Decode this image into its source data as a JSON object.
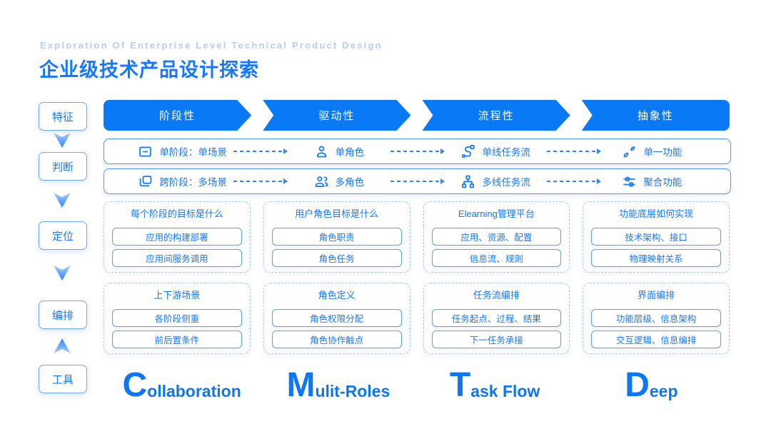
{
  "colors": {
    "accent_blue": "#0a79f5",
    "text_blue": "#1677ff",
    "subtitle_blue": "#b5cdf6",
    "border_blue": "#4b97f3",
    "dashed_border_blue": "#a4c7f5"
  },
  "header": {
    "subtitle": "Exploration Of Enterprise Level Technical Product Design",
    "title": "企业级技术产品设计探索"
  },
  "sidebar": {
    "items": [
      "特征",
      "判断",
      "定位",
      "编排",
      "工具"
    ],
    "arrow_directions": [
      "down",
      "down",
      "down",
      "up"
    ]
  },
  "column_headers": [
    "阶段性",
    "驱动性",
    "流程性",
    "抽象性"
  ],
  "row_single": {
    "cells": [
      {
        "icon": "single-stage-icon",
        "label": "单阶段：单场景"
      },
      {
        "icon": "single-role-icon",
        "label": "单角色"
      },
      {
        "icon": "single-taskflow-icon",
        "label": "单线任务流"
      },
      {
        "icon": "single-function-icon",
        "label": "单一功能"
      }
    ]
  },
  "row_multi": {
    "cells": [
      {
        "icon": "multi-stage-icon",
        "label": "跨阶段：多场景"
      },
      {
        "icon": "multi-role-icon",
        "label": "多角色"
      },
      {
        "icon": "multi-taskflow-icon",
        "label": "多线任务流"
      },
      {
        "icon": "aggregate-function-icon",
        "label": "聚合功能"
      }
    ]
  },
  "groups": {
    "top": [
      {
        "title": "每个阶段的目标是什么",
        "items": [
          "应用的构建部署",
          "应用间服务调用"
        ]
      },
      {
        "title": "用户角色目标是什么",
        "items": [
          "角色职责",
          "角色任务"
        ]
      },
      {
        "title": "Elearning管理平台",
        "items": [
          "应用、资源、配置",
          "信息流、规则"
        ]
      },
      {
        "title": "功能底层如何实现",
        "items": [
          "技术架构、接口",
          "物理映射关系"
        ]
      }
    ],
    "bottom": [
      {
        "title": "上下游场景",
        "items": [
          "各阶段侧重",
          "前后置条件"
        ]
      },
      {
        "title": "角色定义",
        "items": [
          "角色权限分配",
          "角色协作触点"
        ]
      },
      {
        "title": "任务流编排",
        "items": [
          "任务起点、过程、结果",
          "下一任务承接"
        ]
      },
      {
        "title": "界面编排",
        "items": [
          "功能层级、信息架构",
          "交互逻辑、信息编排"
        ]
      }
    ]
  },
  "keywords": [
    {
      "initial": "C",
      "rest": "ollaboration"
    },
    {
      "initial": "M",
      "rest": "ulit-Roles"
    },
    {
      "initial": "T",
      "rest": "ask Flow"
    },
    {
      "initial": "D",
      "rest": "eep"
    }
  ]
}
